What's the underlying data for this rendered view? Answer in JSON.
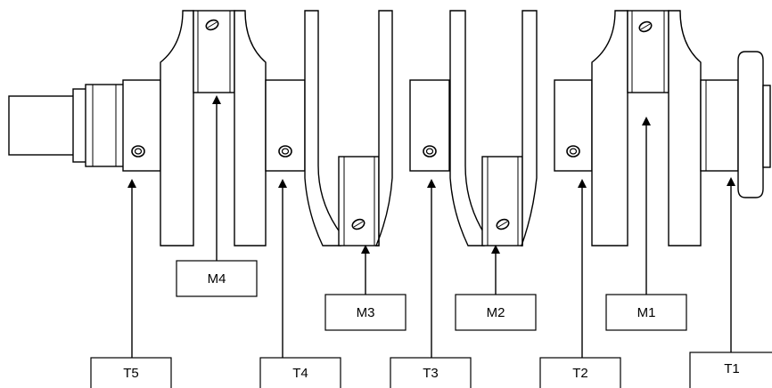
{
  "labels": {
    "T1": "T1",
    "T2": "T2",
    "T3": "T3",
    "T4": "T4",
    "T5": "T5",
    "M1": "M1",
    "M2": "M2",
    "M3": "M3",
    "M4": "M4"
  }
}
